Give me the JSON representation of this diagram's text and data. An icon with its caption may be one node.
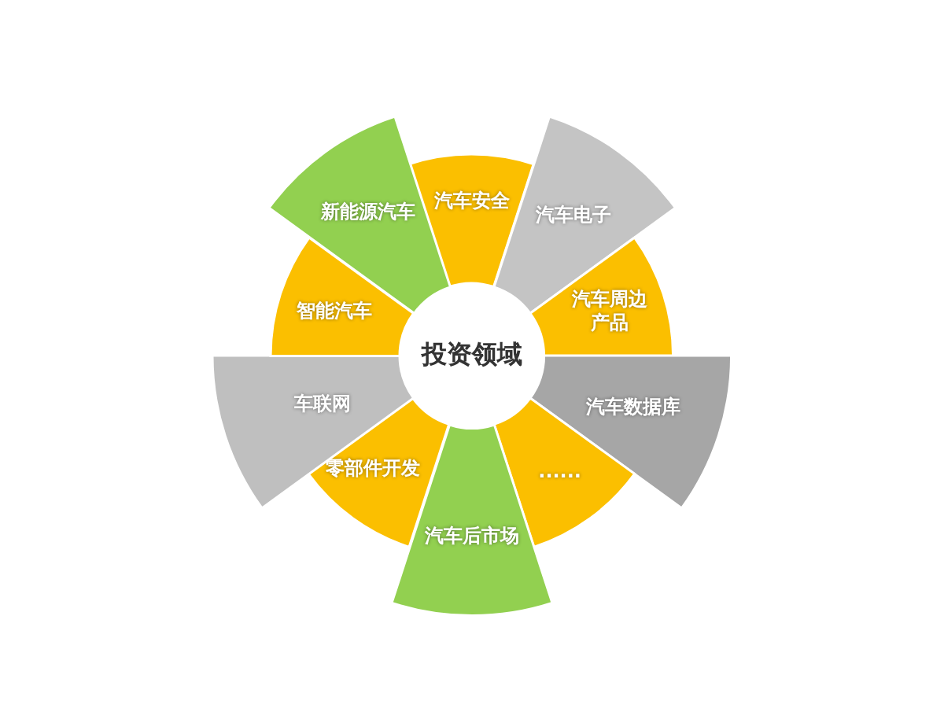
{
  "diagram": {
    "nodes": [
      {
        "text": [
          "投资领域"
        ]
      },
      {
        "text": [
          "汽车安全"
        ]
      },
      {
        "text": [
          "汽车电子"
        ]
      },
      {
        "text": [
          "汽车周边产品"
        ]
      },
      {
        "text": [
          "汽车数据库"
        ]
      },
      {
        "text": [
          "······"
        ]
      },
      {
        "text": [
          "汽车后市场"
        ]
      },
      {
        "text": [
          "零部件开发"
        ]
      },
      {
        "text": [
          "车联网"
        ]
      },
      {
        "text": [
          "智能汽车"
        ]
      },
      {
        "text": [
          "新能源汽车"
        ]
      }
    ]
  }
}
